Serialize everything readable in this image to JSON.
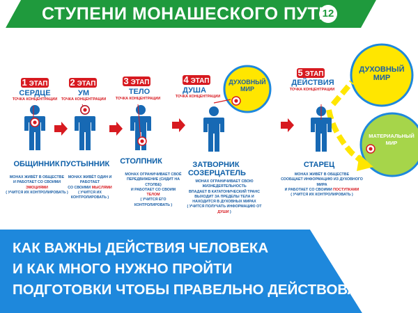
{
  "header": {
    "title": "СТУПЕНИ МОНАШЕСКОГО ПУТИ",
    "number": "12",
    "bg_color": "#1f9a3d"
  },
  "colors": {
    "blue": "#1769b4",
    "red": "#d71a20",
    "yellow": "#ffe600",
    "green": "#a6d54a"
  },
  "stages": [
    {
      "num": "1",
      "stage_word": "ЭТАП",
      "aspect": "СЕРДЦЕ",
      "focus_label": "ТОЧКА КОНЦЕНТРАЦИИ",
      "name": "ОБЩИННИК",
      "description": [
        "МОНАХ ЖИВЁТ В ОБЩЕСТВЕ",
        "И РАБОТАЕТ СО СВОИМИ",
        "ЭМОЦИЯМИ",
        "( УЧИТСЯ ИХ КОНТРОЛИРОВАТЬ )"
      ]
    },
    {
      "num": "2",
      "stage_word": "ЭТАП",
      "aspect": "УМ",
      "focus_label": "ТОЧКА КОНЦЕНТРАЦИИ",
      "name": "ПУСТЫННИК",
      "description": [
        "МОНАХ ЖИВЁТ ОДИН И РАБОТАЕТ",
        "СО СВОИМИ",
        "МЫСЛЯМИ",
        "( УЧИТСЯ ИХ КОНТРОЛИРОВАТЬ )"
      ]
    },
    {
      "num": "3",
      "stage_word": "ЭТАП",
      "aspect": "ТЕЛО",
      "focus_label": "ТОЧКА КОНЦЕНТРАЦИИ",
      "name": "СТОЛПНИК",
      "description": [
        "МОНАХ ОГРАНИЧИВАЕТ СВОЁ",
        "ПЕРЕДВИЖЕНИЕ (СИДИТ НА СТОЛБЕ)",
        "И РАБОТАЕТ СО СВОИМ",
        "ТЕЛОМ",
        "( УЧИТСЯ ЕГО КОНТРОЛИРОВАТЬ )"
      ]
    },
    {
      "num": "4",
      "stage_word": "ЭТАП",
      "aspect": "ДУША",
      "focus_label": "ТОЧКА КОНЦЕНТРАЦИИ",
      "name_line1": "ЗАТВОРНИК",
      "name_line2": "СОЗЕРЦАТЕЛЬ",
      "spiritual_world": "ДУХОВНЫЙ МИР",
      "description": [
        "МОНАХ ОГРАНИЧИВАЕТ СВОЮ",
        "ЖИЗНЕДЕЯТЕЛЬНОСТЬ",
        "ВПАДАЕТ В КАТАТОНИЧЕСКИЙ ТРАНС",
        "ВЫХОДИТ ЗА ПРЕДЕЛЫ ТЕЛА И",
        "НАХОДИТСЯ В ДУХОВНЫХ МИРАХ",
        "( УЧИТСЯ ПОЛУЧАТЬ ИНФОРМАЦИЮ ОТ",
        "ДУШИ",
        ")"
      ]
    },
    {
      "num": "5",
      "stage_word": "ЭТАП",
      "aspect": "ДЕЙСТВИЯ",
      "focus_label": "ТОЧКА КОНЦЕНТРАЦИИ",
      "name": "СТАРЕЦ",
      "spiritual_world": "ДУХОВНЫЙ МИР",
      "material_world": "МАТЕРИАЛЬНЫЙ МИР",
      "description": [
        "МОНАХ ЖИВЁТ В ОБЩЕСТВЕ",
        "СООБЩАЕТ ИНФОРМАЦИЮ ИЗ ДУХОВНОГО МИРА",
        "И РАБОТАЕТ СО СВОИМИ",
        "ПОСТУПКАМИ",
        "( УЧИТСЯ ИХ КОНТРОЛИРОВАТЬ )"
      ]
    }
  ],
  "bottom": {
    "line1": "КАК ВАЖНЫ ДЕЙСТВИЯ ЧЕЛОВЕКА",
    "line2": "И КАК МНОГО НУЖНО ПРОЙТИ",
    "line3": "ПОДГОТОВКИ ЧТОБЫ ПРАВЕЛЬНО ДЕЙСТВОВАТЬ !",
    "bg_color": "#1e88dc"
  }
}
